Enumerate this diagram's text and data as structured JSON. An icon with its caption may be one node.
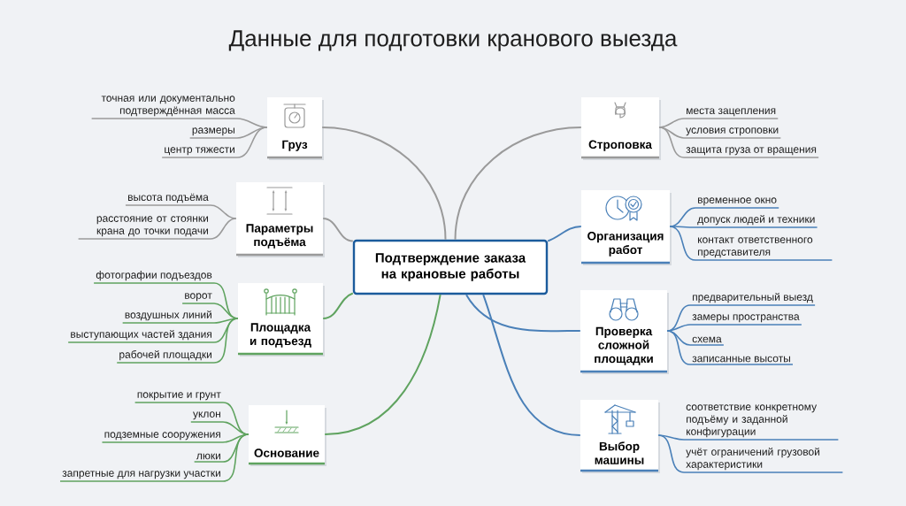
{
  "diagram": {
    "title": "Данные для подготовки кранового выезда",
    "nodes": [
      {
        "text": [
          "Подтверждение заказа на крановые работы"
        ]
      },
      {
        "text": [
          "Груз"
        ]
      },
      {
        "text": [
          "точная или документально подтверждённая масса"
        ]
      },
      {
        "text": [
          "размеры"
        ]
      },
      {
        "text": [
          "центр тяжести"
        ]
      },
      {
        "text": [
          "Параметры подъёма"
        ]
      },
      {
        "text": [
          "высота подъёма"
        ]
      },
      {
        "text": [
          "расстояние от стоянки крана до точки подачи"
        ]
      },
      {
        "text": [
          "Площадка и подъезд"
        ]
      },
      {
        "text": [
          "фотографии подъездов"
        ]
      },
      {
        "text": [
          "ворот"
        ]
      },
      {
        "text": [
          "воздушных линий"
        ]
      },
      {
        "text": [
          "выступающих частей здания"
        ]
      },
      {
        "text": [
          "рабочей площадки"
        ]
      },
      {
        "text": [
          "Основание"
        ]
      },
      {
        "text": [
          "покрытие и грунт"
        ]
      },
      {
        "text": [
          "уклон"
        ]
      },
      {
        "text": [
          "подземные сооружения"
        ]
      },
      {
        "text": [
          "люки"
        ]
      },
      {
        "text": [
          "запретные для нагрузки участки"
        ]
      },
      {
        "text": [
          "Строповка"
        ]
      },
      {
        "text": [
          "места зацепления"
        ]
      },
      {
        "text": [
          "условия строповки"
        ]
      },
      {
        "text": [
          "защита груза от вращения"
        ]
      },
      {
        "text": [
          "Организация работ"
        ]
      },
      {
        "text": [
          "временное окно"
        ]
      },
      {
        "text": [
          "допуск людей и техники"
        ]
      },
      {
        "text": [
          "контакт ответственного представителя"
        ]
      },
      {
        "text": [
          "Проверка сложной площадки"
        ]
      },
      {
        "text": [
          "предварительный выезд"
        ]
      },
      {
        "text": [
          "замеры пространства"
        ]
      },
      {
        "text": [
          "схема"
        ]
      },
      {
        "text": [
          "записанные высоты"
        ]
      },
      {
        "text": [
          "Выбор машины"
        ]
      },
      {
        "text": [
          "соответствие конкретному подъёму и заданной конфигурации"
        ]
      },
      {
        "text": [
          "учёт ограничений грузовой характеристики"
        ]
      }
    ],
    "edges": [
      {
        "from": 0,
        "to": 1,
        "arrow": "none",
        "color": "#9a9a9a"
      },
      {
        "from": 1,
        "to": 2,
        "arrow": "none",
        "color": "#9a9a9a"
      },
      {
        "from": 1,
        "to": 3,
        "arrow": "none",
        "color": "#9a9a9a"
      },
      {
        "from": 1,
        "to": 4,
        "arrow": "none",
        "color": "#9a9a9a"
      },
      {
        "from": 0,
        "to": 5,
        "arrow": "none",
        "color": "#9a9a9a"
      },
      {
        "from": 5,
        "to": 6,
        "arrow": "none",
        "color": "#9a9a9a"
      },
      {
        "from": 5,
        "to": 7,
        "arrow": "none",
        "color": "#9a9a9a"
      },
      {
        "from": 0,
        "to": 8,
        "arrow": "none",
        "color": "#5fa35f"
      },
      {
        "from": 8,
        "to": 9,
        "arrow": "none",
        "color": "#5fa35f"
      },
      {
        "from": 8,
        "to": 10,
        "arrow": "none",
        "color": "#5fa35f"
      },
      {
        "from": 8,
        "to": 11,
        "arrow": "none",
        "color": "#5fa35f"
      },
      {
        "from": 8,
        "to": 12,
        "arrow": "none",
        "color": "#5fa35f"
      },
      {
        "from": 8,
        "to": 13,
        "arrow": "none",
        "color": "#5fa35f"
      },
      {
        "from": 0,
        "to": 14,
        "arrow": "none",
        "color": "#5fa35f"
      },
      {
        "from": 14,
        "to": 15,
        "arrow": "none",
        "color": "#5fa35f"
      },
      {
        "from": 14,
        "to": 16,
        "arrow": "none",
        "color": "#5fa35f"
      },
      {
        "from": 14,
        "to": 17,
        "arrow": "none",
        "color": "#5fa35f"
      },
      {
        "from": 14,
        "to": 18,
        "arrow": "none",
        "color": "#5fa35f"
      },
      {
        "from": 14,
        "to": 19,
        "arrow": "none",
        "color": "#5fa35f"
      },
      {
        "from": 0,
        "to": 20,
        "arrow": "none",
        "color": "#9a9a9a"
      },
      {
        "from": 20,
        "to": 21,
        "arrow": "none",
        "color": "#9a9a9a"
      },
      {
        "from": 20,
        "to": 22,
        "arrow": "none",
        "color": "#9a9a9a"
      },
      {
        "from": 20,
        "to": 23,
        "arrow": "none",
        "color": "#9a9a9a"
      },
      {
        "from": 0,
        "to": 24,
        "arrow": "none"
      },
      {
        "from": 24,
        "to": 25,
        "arrow": "none"
      },
      {
        "from": 24,
        "to": 26,
        "arrow": "none"
      },
      {
        "from": 24,
        "to": 27,
        "arrow": "none"
      },
      {
        "from": 0,
        "to": 28,
        "arrow": "none"
      },
      {
        "from": 28,
        "to": 29,
        "arrow": "none"
      },
      {
        "from": 28,
        "to": 30,
        "arrow": "none"
      },
      {
        "from": 28,
        "to": 31,
        "arrow": "none"
      },
      {
        "from": 28,
        "to": 32,
        "arrow": "none"
      },
      {
        "from": 0,
        "to": 33,
        "arrow": "none"
      },
      {
        "from": 33,
        "to": 34,
        "arrow": "none"
      },
      {
        "from": 33,
        "to": 35,
        "arrow": "none"
      }
    ]
  }
}
